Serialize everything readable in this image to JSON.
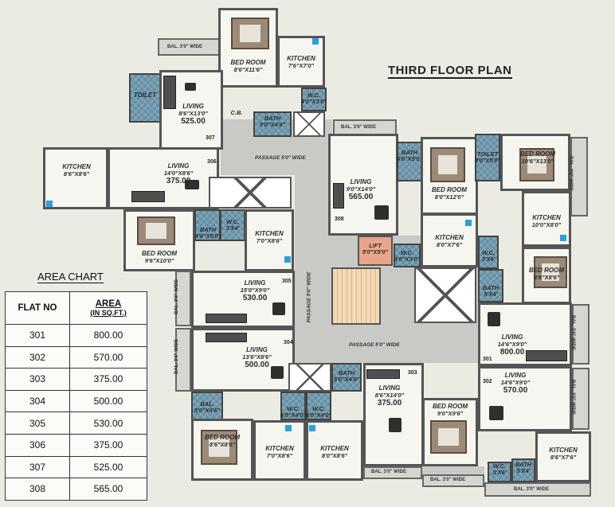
{
  "title": "THIRD FLOOR PLAN",
  "area_chart": {
    "title": "AREA CHART",
    "headers": {
      "flat": "FLAT NO",
      "area": "AREA",
      "area_unit": "(IN SQ.FT.)"
    },
    "rows": [
      {
        "flat": "301",
        "area": "800.00"
      },
      {
        "flat": "302",
        "area": "570.00"
      },
      {
        "flat": "303",
        "area": "375.00"
      },
      {
        "flat": "304",
        "area": "500.00"
      },
      {
        "flat": "305",
        "area": "530.00"
      },
      {
        "flat": "306",
        "area": "375.00"
      },
      {
        "flat": "307",
        "area": "525.00"
      },
      {
        "flat": "308",
        "area": "565.00"
      }
    ]
  },
  "rooms": {
    "bal_307": "BAL. 3'0\" WIDE",
    "bed_307_name": "BED ROOM",
    "bed_307_dim": "8'6\"X11'6\"",
    "kit_307_name": "KITCHEN",
    "kit_307_dim": "7'6\"X7'0\"",
    "toilet_307_name": "TOILET",
    "wc_307_name": "W.C.",
    "wc_307_dim": "4'0\"X3'0\"",
    "liv_307_name": "LIVING",
    "liv_307_dim": "8'6\"X13'0\"",
    "liv_307_area": "525.00",
    "cb": "C.B.",
    "bath_307_name": "BATH",
    "bath_307_dim": "5'0\"X4'6\"",
    "flat_307": "307",
    "kit_306_name": "KITCHEN",
    "kit_306_dim": "8'6\"X8'6\"",
    "liv_306_name": "LIVING",
    "liv_306_dim": "14'0\"X8'6\"",
    "liv_306_area": "375.00",
    "flat_306": "306",
    "bed_306_name": "BED ROOM",
    "bed_306_dim": "9'6\"X10'0\"",
    "bath_306_name": "BATH",
    "bath_306_dim": "4'6\"X5'0\"",
    "wc_306_name": "W.C.",
    "wc_306_dim": "3'X4'",
    "kit_305_name": "KITCHEN",
    "kit_305_dim": "7'0\"X8'6\"",
    "passage_top": "PASSAGE 5'0\" WIDE",
    "passage_vert": "PASSAGE 5'0\" WIDE",
    "passage_mid": "PASSAGE 5'0\" WIDE",
    "bal_308": "BAL. 3'6\" WIDE",
    "liv_308_name": "LIVING",
    "liv_308_dim": "9'0\"X14'0\"",
    "liv_308_area": "565.00",
    "flat_308": "308",
    "bath_308_name": "BATH",
    "bath_308_dim": "4'6\"X5'0\"",
    "bed_308_name": "BED ROOM",
    "bed_308_dim": "8'0\"X12'0\"",
    "kit_308_name": "KITCHEN",
    "kit_308_dim": "8'0\"X7'6\"",
    "lift_name": "LIFT",
    "lift_dim": "5'0\"X5'0\"",
    "wc_308_name": "W.C.",
    "wc_308_dim": "4'0\"X3'0\"",
    "wc_301_name": "W.C.",
    "wc_301_dim": "3'X6'",
    "toilet_301_name": "TOILET",
    "toilet_301_dim": "8'0\"X5'0\"",
    "bed_301_name": "BED ROOM",
    "bed_301_dim": "10'6\"X13'0\"",
    "bal_301_top": "BAL. 3'0\" WIDE",
    "kit_301_name": "KITCHEN",
    "kit_301_dim": "10'0\"X8'0\"",
    "bed_301b_name": "BED ROOM",
    "bed_301b_dim": "8'6\"X8'6\"",
    "bath_301_name": "BATH",
    "bath_301_dim": "5'X4'",
    "liv_301_name": "LIVING",
    "liv_301_dim": "14'6\"X9'0\"",
    "liv_301_area": "800.00",
    "flat_301": "301",
    "bal_301_side": "BAL. 3'0\" WIDE",
    "liv_302_name": "LIVING",
    "liv_302_dim": "14'6\"X9'0\"",
    "liv_302_area": "570.00",
    "flat_302": "302",
    "bal_302_side": "BAL. 3'0\" WIDE",
    "kit_302_name": "KITCHEN",
    "kit_302_dim": "8'6\"X7'6\"",
    "bath_302_name": "BATH",
    "bath_302_dim": "5'X4'",
    "wc_302_name": "W.C.",
    "wc_302_dim": "3'X6'",
    "bal_302_bottom": "BAL. 3'0\" WIDE",
    "bal_305": "BAL. 3'6\" WIDE",
    "liv_305_name": "LIVING",
    "liv_305_dim": "15'0\"X9'0\"",
    "liv_305_area": "530.00",
    "flat_305": "305",
    "bal_304": "BAL. 3'6\" WIDE",
    "liv_304_name": "LIVING",
    "liv_304_dim": "13'6\"X8'6\"",
    "liv_304_area": "500.00",
    "flat_304": "304",
    "bath_304_name": "BATH",
    "bath_304_dim": "5'0\"X4'6\"",
    "bal_304_small": "BAL.",
    "bal_304_small_dim": "5'0\"X4'6\"",
    "bed_304_name": "BED ROOM",
    "bed_304_dim": "8'6\"X8'6\"",
    "kit_304_name": "KITCHEN",
    "kit_304_dim": "7'0\"X8'6\"",
    "wc_304_name": "W.C.",
    "wc_304_dim": "4'0\"X4'0\"",
    "wc_303_name": "W.C.",
    "wc_303_dim": "4'0\"X4'0\"",
    "kit_303_name": "KITCHEN",
    "kit_303_dim": "8'0\"X8'6\"",
    "liv_303_name": "LIVING",
    "liv_303_dim": "8'6\"X14'0\"",
    "liv_303_area": "375.00",
    "flat_303": "303",
    "bed_303_name": "BED ROOM",
    "bed_303_dim": "9'0\"X9'6\"",
    "bal_303": "BAL. 3'0\" WIDE",
    "bal_303b": "BAL. 3'0\" WIDE"
  }
}
